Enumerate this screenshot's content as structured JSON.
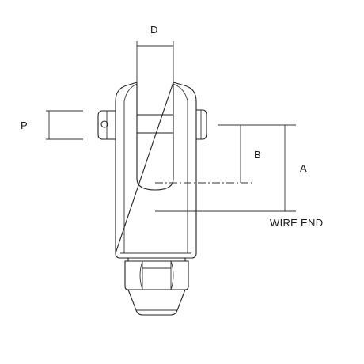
{
  "labels": {
    "d": "D",
    "p": "P",
    "b": "B",
    "a": "A",
    "wire_end": "WIRE END"
  },
  "colors": {
    "line": "#222222",
    "background": "#ffffff"
  }
}
